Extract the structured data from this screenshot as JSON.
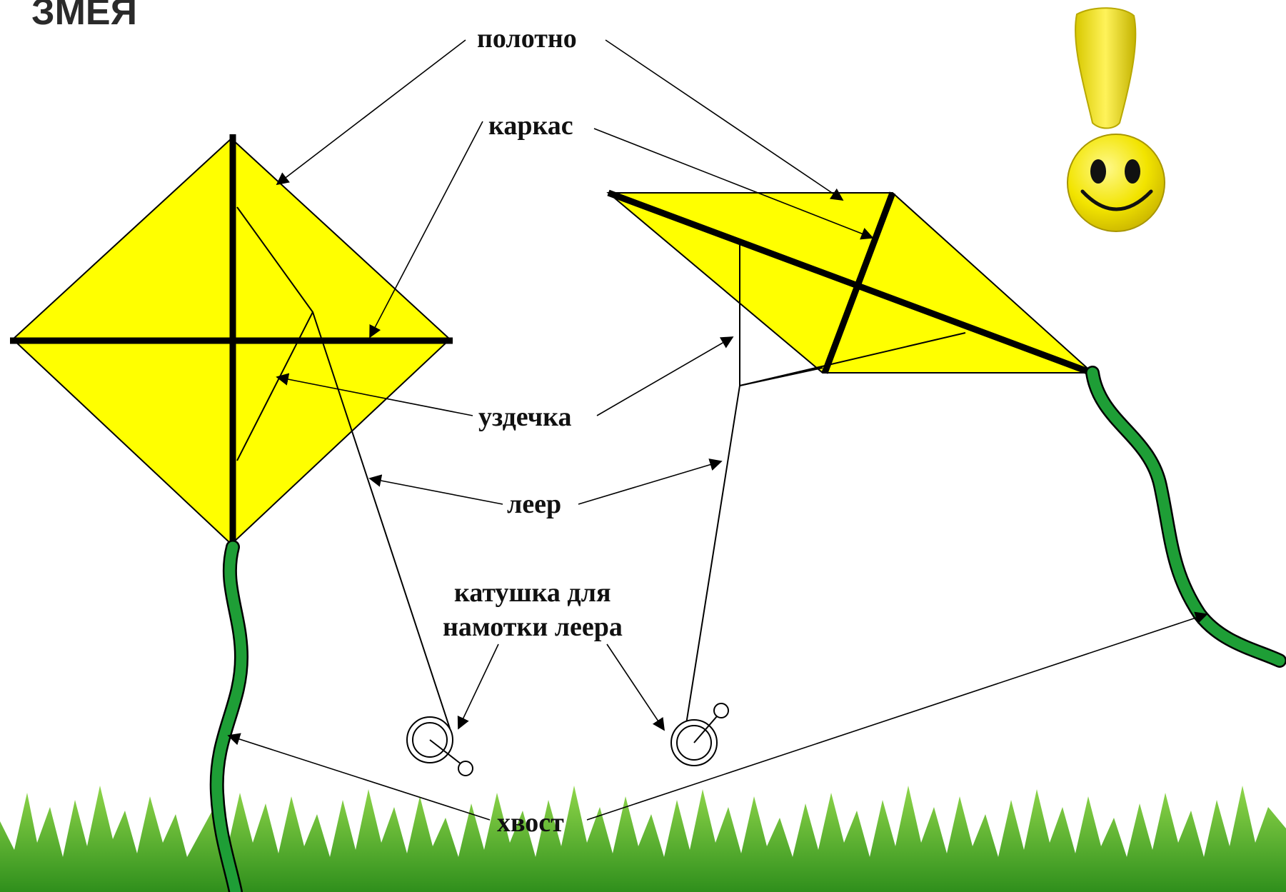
{
  "title": "ЗМЕЯ",
  "labels": {
    "canvas": "полотно",
    "frame": "каркас",
    "bridle": "уздечка",
    "line": "леер",
    "reel_line1": "катушка для",
    "reel_line2": "намотки леера",
    "tail": "хвост"
  },
  "colors": {
    "kite_fill": "#ffff00",
    "tail": "#1e9e36",
    "grass": "#4caf2a",
    "smiley": "#f2e400",
    "exclamation": "#f5e800"
  },
  "icons": [
    "exclamation-icon",
    "smiley-icon",
    "reel-icon"
  ]
}
